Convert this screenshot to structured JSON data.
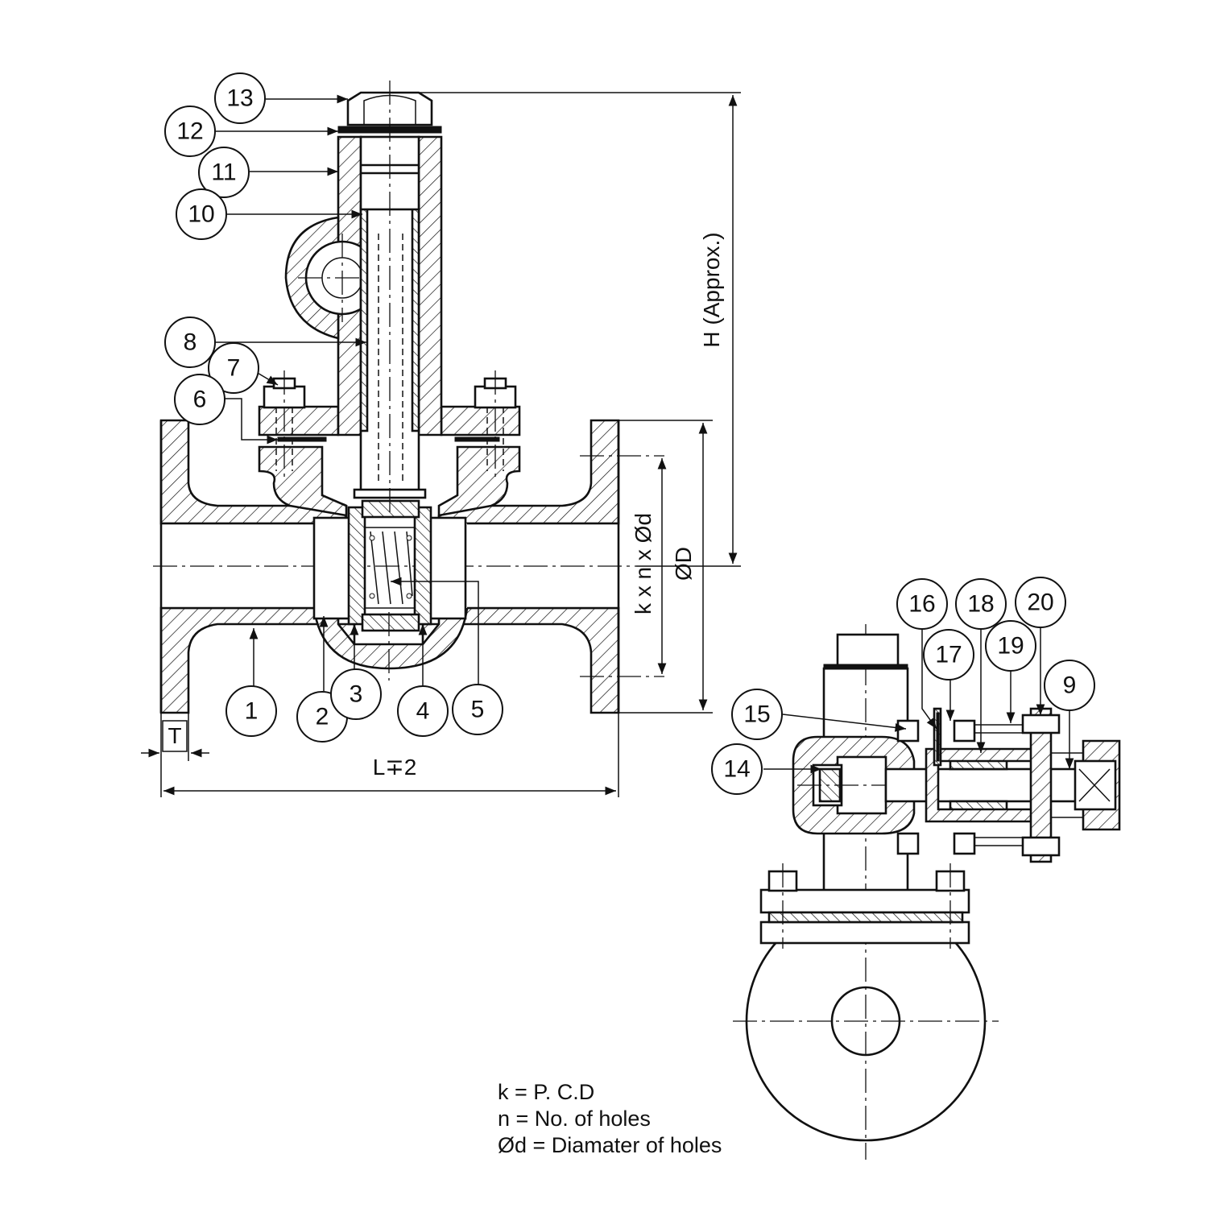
{
  "callouts": [
    "1",
    "2",
    "3",
    "4",
    "5",
    "6",
    "7",
    "8",
    "9",
    "10",
    "11",
    "12",
    "13",
    "14",
    "15",
    "16",
    "17",
    "18",
    "19",
    "20"
  ],
  "dimensions": {
    "height": "H (Approx.)",
    "outer_diameter": "ØD",
    "bolt_pattern": "k x n x Ød",
    "length": "L∓2",
    "thickness": "T"
  },
  "legend": [
    "k = P. C.D",
    "n = No. of holes",
    "Ød = Diamater of holes"
  ]
}
